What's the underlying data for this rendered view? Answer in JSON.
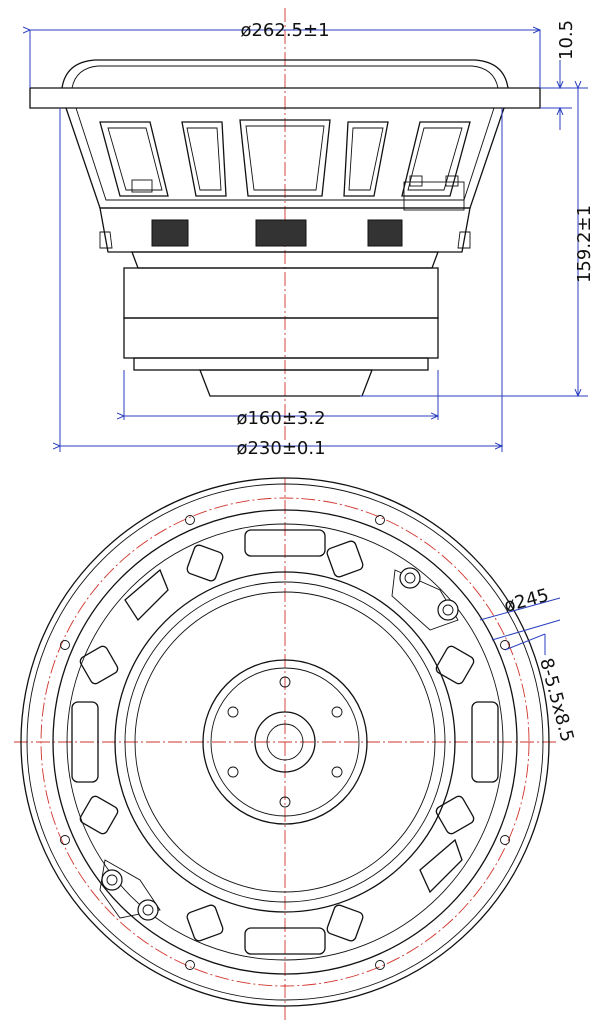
{
  "dimensions": {
    "top_diameter": "ø262.5±1",
    "flange_thickness": "10.5",
    "overall_depth": "159.2±1",
    "magnet_diameter": "ø160±3.2",
    "frame_diameter": "ø230±0.1",
    "bolt_circle": "ø245",
    "mounting_holes": "8-5.5x8.5"
  },
  "colors": {
    "outline": "#111111",
    "dimension_lines": "#2b3fbf",
    "center_lines": "#d0342c"
  }
}
